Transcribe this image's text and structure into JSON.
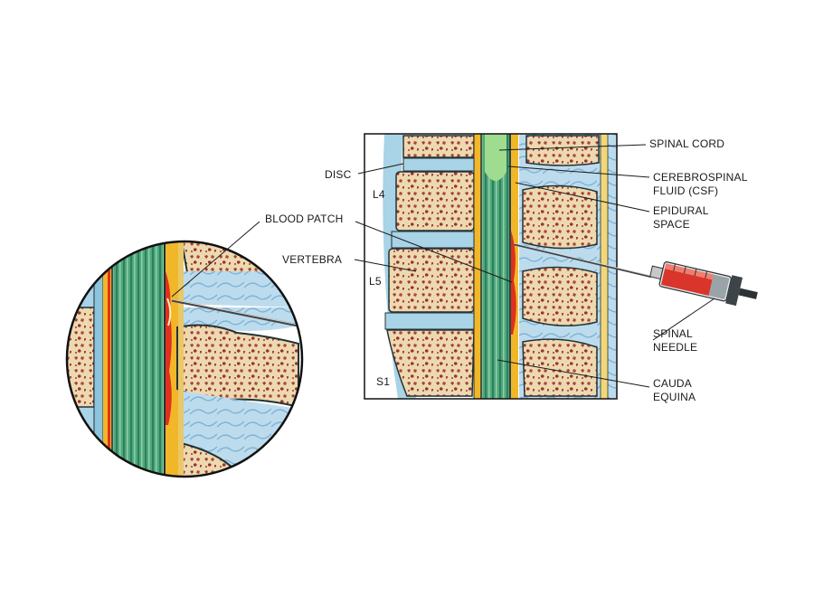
{
  "labels": {
    "blood_patch": "BLOOD PATCH",
    "disc": "DISC",
    "vertebra": "VERTEBRA",
    "l4": "L4",
    "l5": "L5",
    "s1": "S1",
    "spinal_cord": "SPINAL CORD",
    "csf_line1": "CEREBROSPINAL",
    "csf_line2": "FLUID (CSF)",
    "epidural_line1": "EPIDURAL",
    "epidural_line2": "SPACE",
    "needle_line1": "SPINAL",
    "needle_line2": "NEEDLE",
    "cauda_line1": "CAUDA",
    "cauda_line2": "EQUINA"
  },
  "colors": {
    "bone": "#ead7ad",
    "marrow": "#a23a36",
    "disc": "#a9d3e6",
    "cord": "#3f9a72",
    "csf": "#7cc59b",
    "blood": "#e0301e",
    "fat": "#f2b728",
    "ligament": "#b8d9ec",
    "outline": "#243236"
  }
}
